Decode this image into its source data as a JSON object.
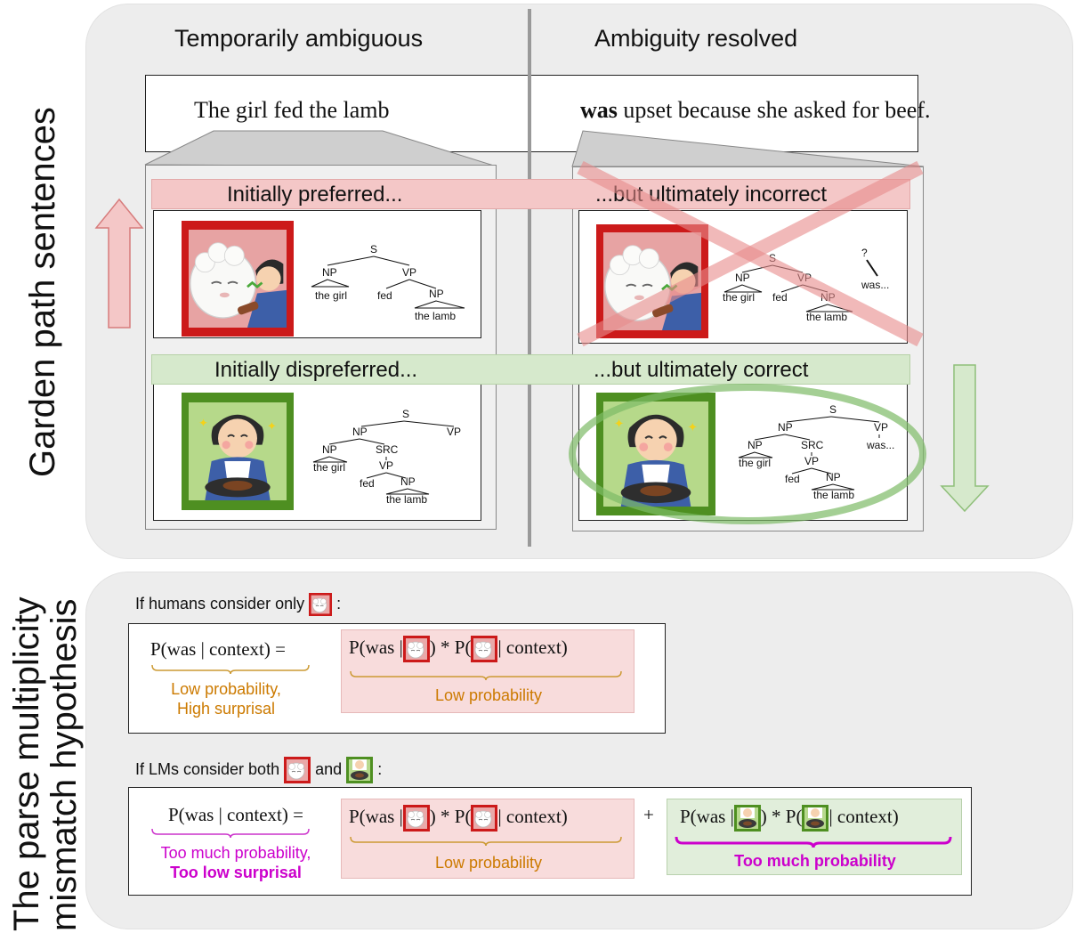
{
  "side_labels": {
    "garden_path": "Garden path sentences",
    "hypothesis_line1": "The parse multiplicity",
    "hypothesis_line2": "mismatch  hypothesis"
  },
  "columns": {
    "left": "Temporarily ambiguous",
    "right": "Ambiguity resolved"
  },
  "sentence": {
    "left": "The girl fed the lamb",
    "right_bold": "was",
    "right_rest": " upset because she asked for beef."
  },
  "bands": {
    "red_left": "Initially preferred...",
    "red_right": "...but ultimately incorrect",
    "green_left": "Initially dispreferred...",
    "green_right": "...but ultimately correct"
  },
  "tree1": {
    "S": "S",
    "NP": "NP",
    "VP": "VP",
    "subj": "the girl",
    "verb": "fed",
    "NP2": "NP",
    "obj": "the lamb"
  },
  "tree2": {
    "S": "S",
    "NP": "NP",
    "VP": "VP",
    "subj": "the girl",
    "verb": "fed",
    "NP2": "NP",
    "obj": "the lamb",
    "q": "?",
    "was": "was..."
  },
  "tree3": {
    "S": "S",
    "NP": "NP",
    "VP": "VP",
    "NP1": "NP",
    "subj": "the girl",
    "SRC": "SRC",
    "VP2": "VP",
    "verb": "fed",
    "NP2": "NP",
    "obj": "the lamb"
  },
  "tree4": {
    "S": "S",
    "NP": "NP",
    "VP": "VP",
    "was": "was...",
    "NP1": "NP",
    "subj": "the girl",
    "SRC": "SRC",
    "VP2": "VP",
    "verb": "fed",
    "NP2": "NP",
    "obj": "the lamb"
  },
  "humans": {
    "intro_pre": "If humans consider only",
    "intro_post": ":",
    "lhs": "P(was | context) =",
    "rhs_a": "P(was |",
    "rhs_b": ") * P(",
    "rhs_c": "| context)",
    "lhs_note": "Low probability,\nHigh surprisal",
    "rhs_note": "Low probability"
  },
  "lms": {
    "intro_pre": "If LMs consider both",
    "intro_and": "and",
    "intro_post": ":",
    "lhs": "P(was | context) =",
    "rhs_a": "P(was |",
    "rhs_b": ") * P(",
    "rhs_c": "| context)",
    "plus": "+",
    "rhs2_a": "P(was |",
    "rhs2_b": ") * P(",
    "rhs2_c": "| context)",
    "lhs_note_1": "Too much probability,",
    "lhs_note_2": "Too low surprisal",
    "rhs_note": "Low probability",
    "rhs2_note": "Too much probability"
  },
  "colors": {
    "panel": "#ededed",
    "red_band": "#f4c7c7",
    "green_band": "#d6e9cc",
    "red_frame": "#cc1a1a",
    "green_frame": "#4e8f21",
    "orange_text": "#cc7a00",
    "magenta_text": "#cc00cc"
  }
}
